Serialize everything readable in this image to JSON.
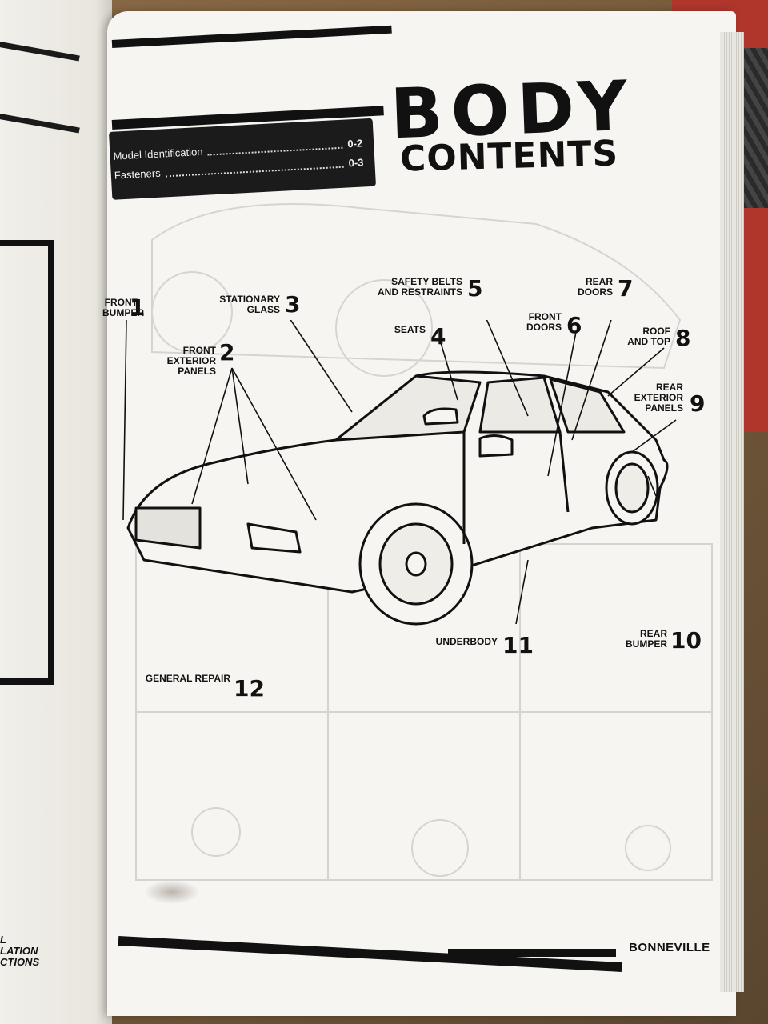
{
  "page": {
    "title": "BODY",
    "subtitle": "CONTENTS",
    "footer_brand": "BONNEVILLE"
  },
  "toc": [
    {
      "title": "Model Identification",
      "page": "0-2"
    },
    {
      "title": "Fasteners",
      "page": "0-3"
    }
  ],
  "sections": [
    {
      "number": "1",
      "label": "FRONT BUMPER"
    },
    {
      "number": "2",
      "label": "FRONT EXTERIOR PANELS"
    },
    {
      "number": "3",
      "label": "STATIONARY GLASS"
    },
    {
      "number": "4",
      "label": "SEATS"
    },
    {
      "number": "5",
      "label": "SAFETY BELTS AND RESTRAINTS"
    },
    {
      "number": "6",
      "label": "FRONT DOORS"
    },
    {
      "number": "7",
      "label": "REAR DOORS"
    },
    {
      "number": "8",
      "label": "ROOF AND TOP"
    },
    {
      "number": "9",
      "label": "REAR EXTERIOR PANELS"
    },
    {
      "number": "10",
      "label": "REAR BUMPER"
    },
    {
      "number": "11",
      "label": "UNDERBODY"
    },
    {
      "number": "12",
      "label": "GENERAL REPAIR"
    }
  ],
  "left_page": {
    "footer_lines": [
      "L",
      "LATION",
      "CTIONS"
    ]
  },
  "colors": {
    "ink": "#111111",
    "paper": "#f6f5f2",
    "toc_bg": "#1b1b1b"
  }
}
